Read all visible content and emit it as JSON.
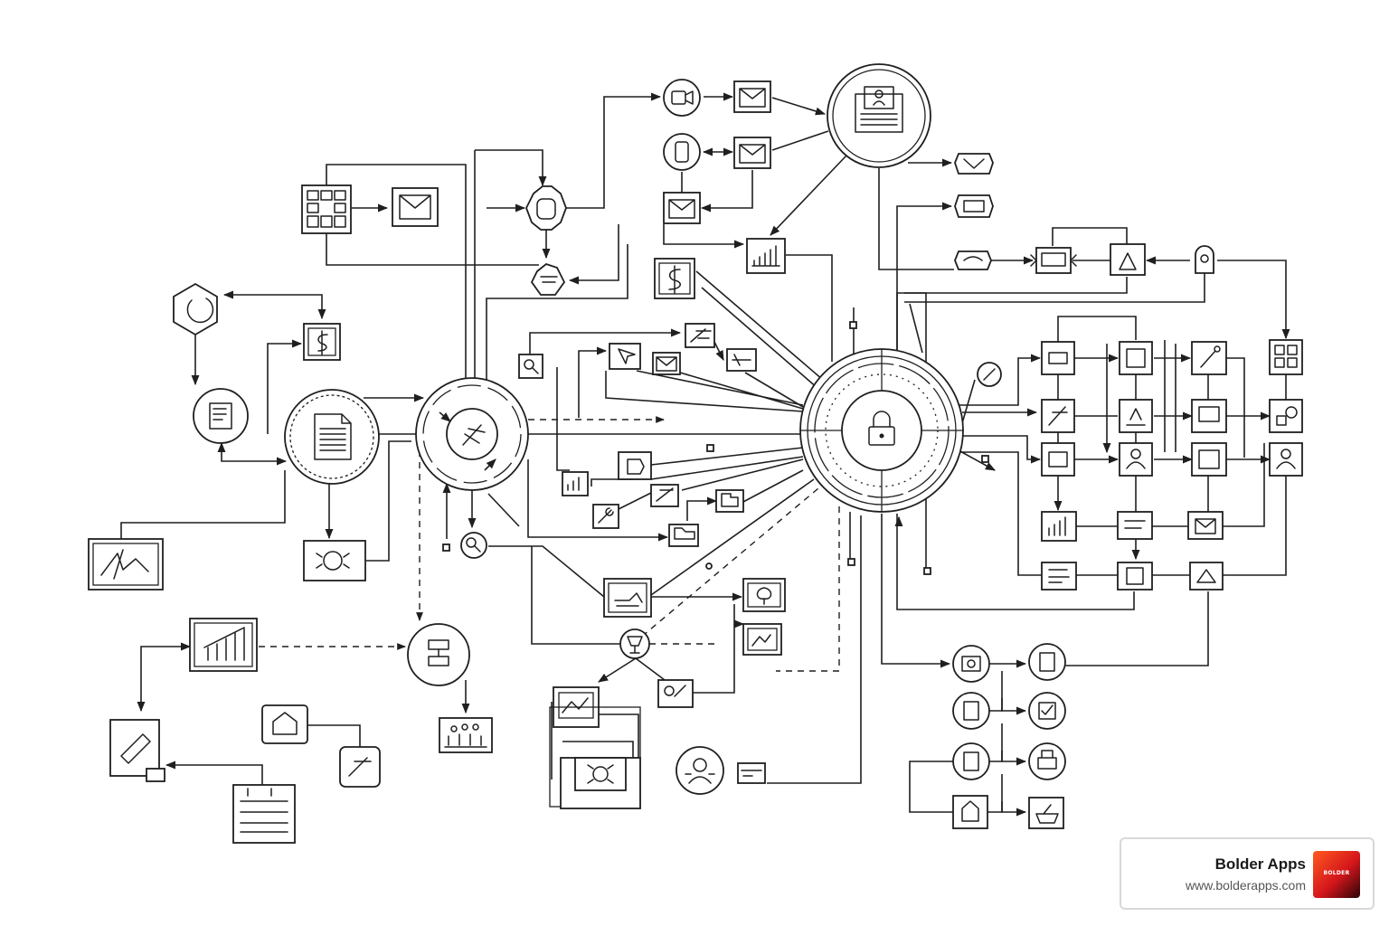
{
  "watermark": {
    "brand_name": "Bolder Apps",
    "brand_url": "www.bolderapps.com",
    "logo_text": "BOLDER"
  }
}
